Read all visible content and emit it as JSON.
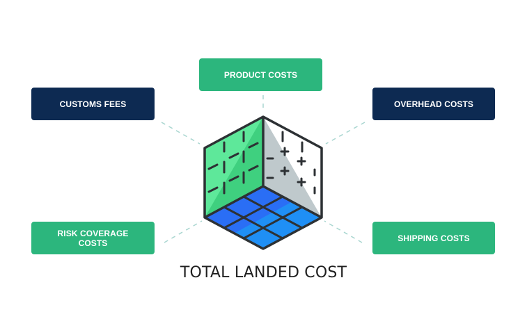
{
  "nodes": {
    "product": "PRODUCT COSTS",
    "customs": "CUSTOMS FEES",
    "overhead": "OVERHEAD COSTS",
    "risk": "RISK COVERAGE COSTS",
    "shipping": "SHIPPING COSTS"
  },
  "caption": "TOTAL LANDED COST",
  "colors": {
    "green": "#2cb67d",
    "navy": "#0d2a52",
    "cube_left": "#5ee89a",
    "cube_right": "#bfc9cc",
    "cube_bottom": "#2a6ef5",
    "outline": "#2d3134",
    "connector": "#a9d6d0"
  }
}
